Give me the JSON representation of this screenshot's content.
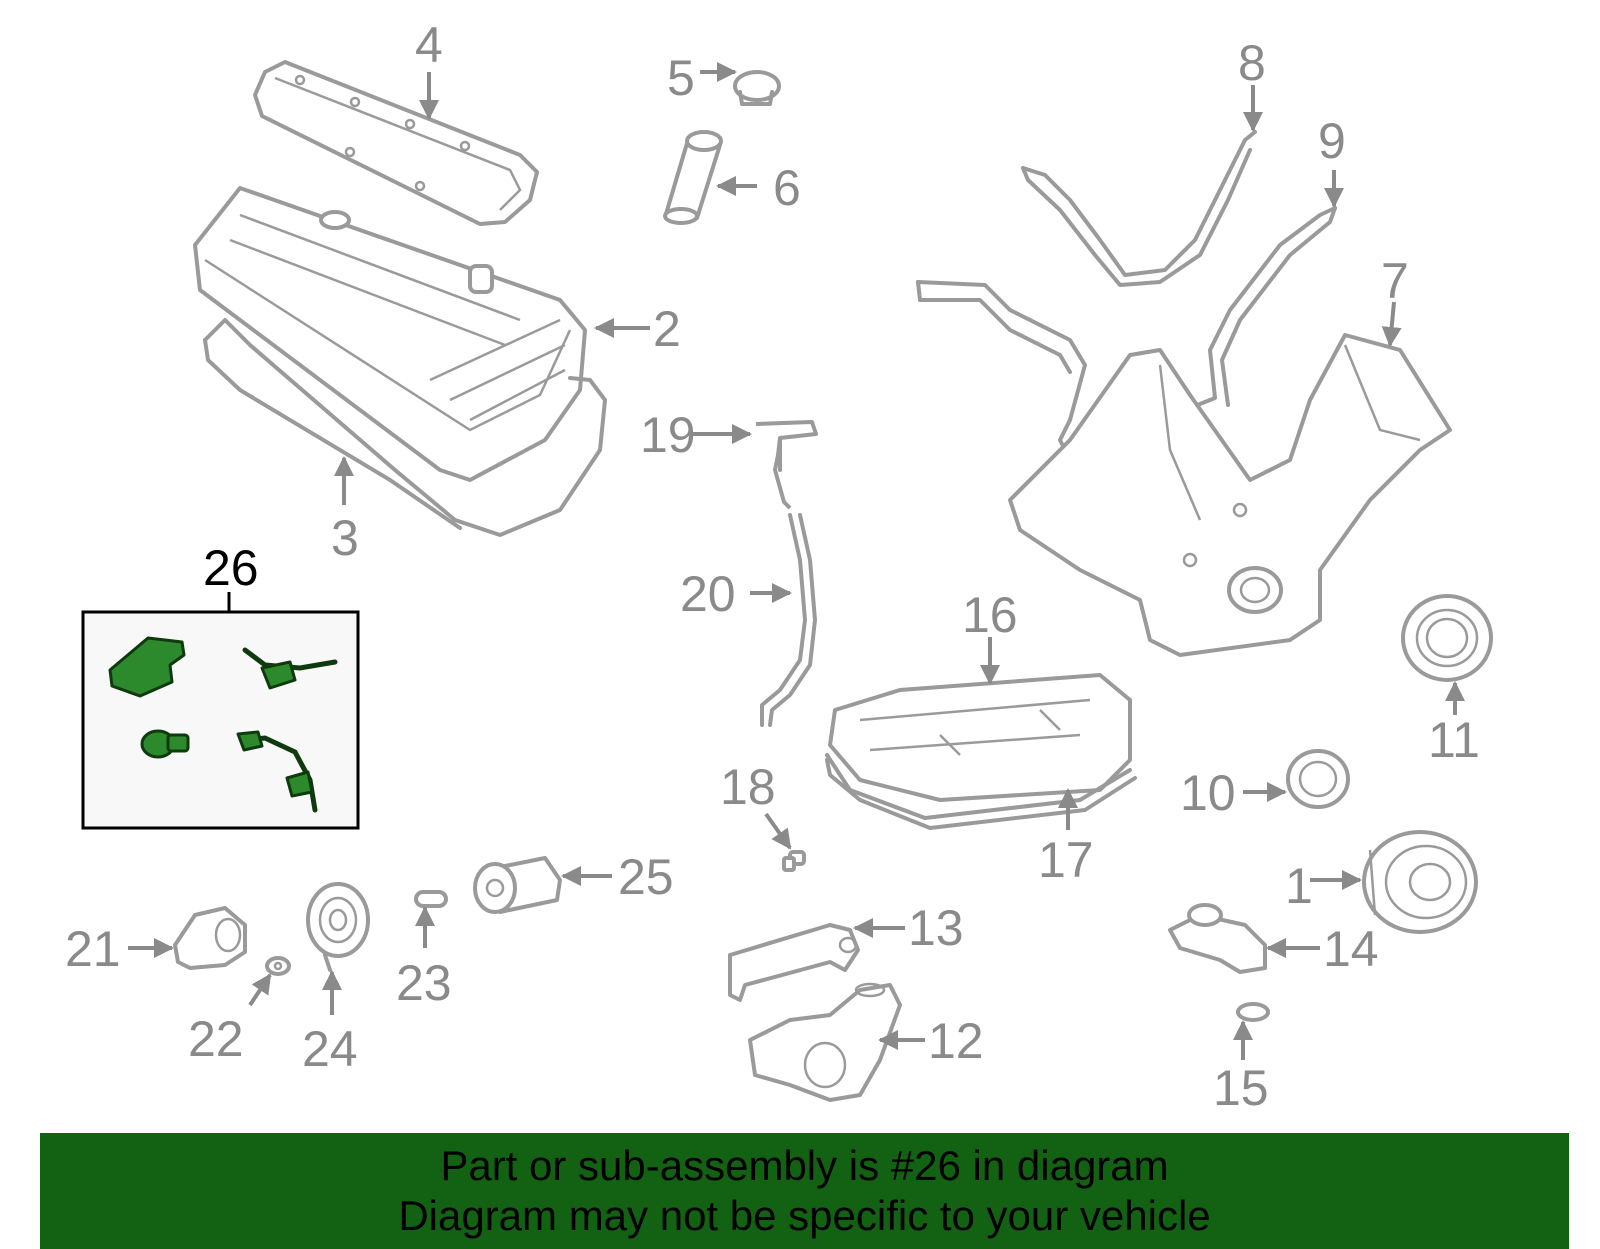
{
  "diagram": {
    "highlight_color": "#2c8a2c",
    "part_color": "#9a9a9a",
    "callouts": {
      "c1": "1",
      "c2": "2",
      "c3": "3",
      "c4": "4",
      "c5": "5",
      "c6": "6",
      "c7": "7",
      "c8": "8",
      "c9": "9",
      "c10": "10",
      "c11": "11",
      "c12": "12",
      "c13": "13",
      "c14": "14",
      "c15": "15",
      "c16": "16",
      "c17": "17",
      "c18": "18",
      "c19": "19",
      "c20": "20",
      "c21": "21",
      "c22": "22",
      "c23": "23",
      "c24": "24",
      "c25": "25",
      "c26": "26"
    }
  },
  "banner": {
    "color": "#136213",
    "line1": "Part or sub-assembly is #26 in diagram",
    "line2": "Diagram may not be specific to your vehicle"
  }
}
